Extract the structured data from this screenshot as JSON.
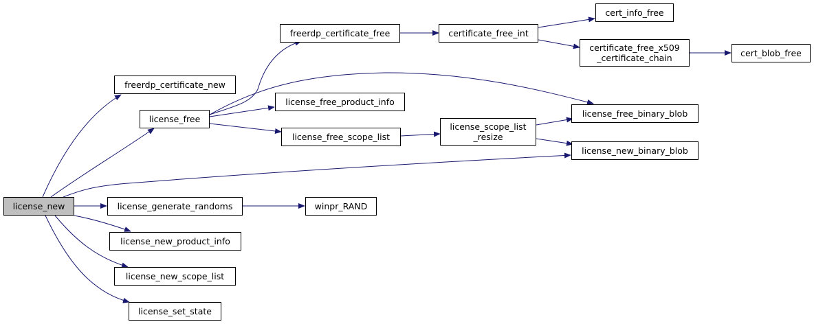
{
  "colors": {
    "edge": "#191970",
    "node_border": "#000000",
    "node_fill": "#ffffff",
    "root_fill": "#bfbfbf"
  },
  "nodes": {
    "license_new": {
      "label": "license_new"
    },
    "freerdp_certificate_new": {
      "label": "freerdp_certificate_new"
    },
    "license_free": {
      "label": "license_free"
    },
    "license_generate_randoms": {
      "label": "license_generate_randoms"
    },
    "license_new_product_info": {
      "label": "license_new_product_info"
    },
    "license_new_scope_list": {
      "label": "license_new_scope_list"
    },
    "license_set_state": {
      "label": "license_set_state"
    },
    "freerdp_certificate_free": {
      "label": "freerdp_certificate_free"
    },
    "license_free_product_info": {
      "label": "license_free_product_info"
    },
    "license_free_scope_list": {
      "label": "license_free_scope_list"
    },
    "winpr_RAND": {
      "label": "winpr_RAND"
    },
    "certificate_free_int": {
      "label": "certificate_free_int"
    },
    "license_scope_list_resize": {
      "label_line1": "license_scope_list",
      "label_line2": "_resize"
    },
    "cert_info_free": {
      "label": "cert_info_free"
    },
    "certificate_free_x509_certificate_chain": {
      "label_line1": "certificate_free_x509",
      "label_line2": "_certificate_chain"
    },
    "license_free_binary_blob": {
      "label": "license_free_binary_blob"
    },
    "license_new_binary_blob": {
      "label": "license_new_binary_blob"
    },
    "cert_blob_free": {
      "label": "cert_blob_free"
    }
  },
  "edges": [
    [
      "license_new",
      "freerdp_certificate_new"
    ],
    [
      "license_new",
      "license_free"
    ],
    [
      "license_new",
      "license_new_binary_blob"
    ],
    [
      "license_new",
      "license_generate_randoms"
    ],
    [
      "license_new",
      "license_new_product_info"
    ],
    [
      "license_new",
      "license_new_scope_list"
    ],
    [
      "license_new",
      "license_set_state"
    ],
    [
      "license_free",
      "freerdp_certificate_free"
    ],
    [
      "license_free",
      "license_free_binary_blob"
    ],
    [
      "license_free",
      "license_free_product_info"
    ],
    [
      "license_free",
      "license_free_scope_list"
    ],
    [
      "freerdp_certificate_free",
      "certificate_free_int"
    ],
    [
      "certificate_free_int",
      "cert_info_free"
    ],
    [
      "certificate_free_int",
      "certificate_free_x509_certificate_chain"
    ],
    [
      "certificate_free_x509_certificate_chain",
      "cert_blob_free"
    ],
    [
      "license_free_scope_list",
      "license_scope_list_resize"
    ],
    [
      "license_scope_list_resize",
      "license_free_binary_blob"
    ],
    [
      "license_scope_list_resize",
      "license_new_binary_blob"
    ],
    [
      "license_generate_randoms",
      "winpr_RAND"
    ]
  ]
}
